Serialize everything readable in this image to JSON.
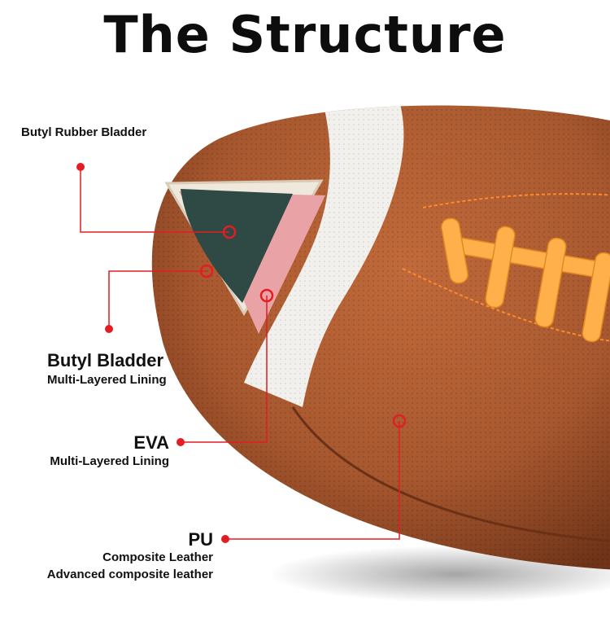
{
  "title": "The Structure",
  "labels": {
    "bladder_top": "Butyl Rubber Bladder",
    "butyl_heading": "Butyl Bladder",
    "butyl_sub": "Multi-Layered Lining",
    "eva_heading": "EVA",
    "eva_sub": "Multi-Layered Lining",
    "pu_heading": "PU",
    "pu_sub1": "Composite Leather",
    "pu_sub2": "Advanced composite leather"
  },
  "colors": {
    "leather": "#a8582f",
    "leather_dark": "#7a3a1c",
    "stripe": "#f2f0ec",
    "bladder": "#2f4a44",
    "eva": "#e9a3a6",
    "lace": "#ffb04a",
    "callout": "#e31d24"
  }
}
